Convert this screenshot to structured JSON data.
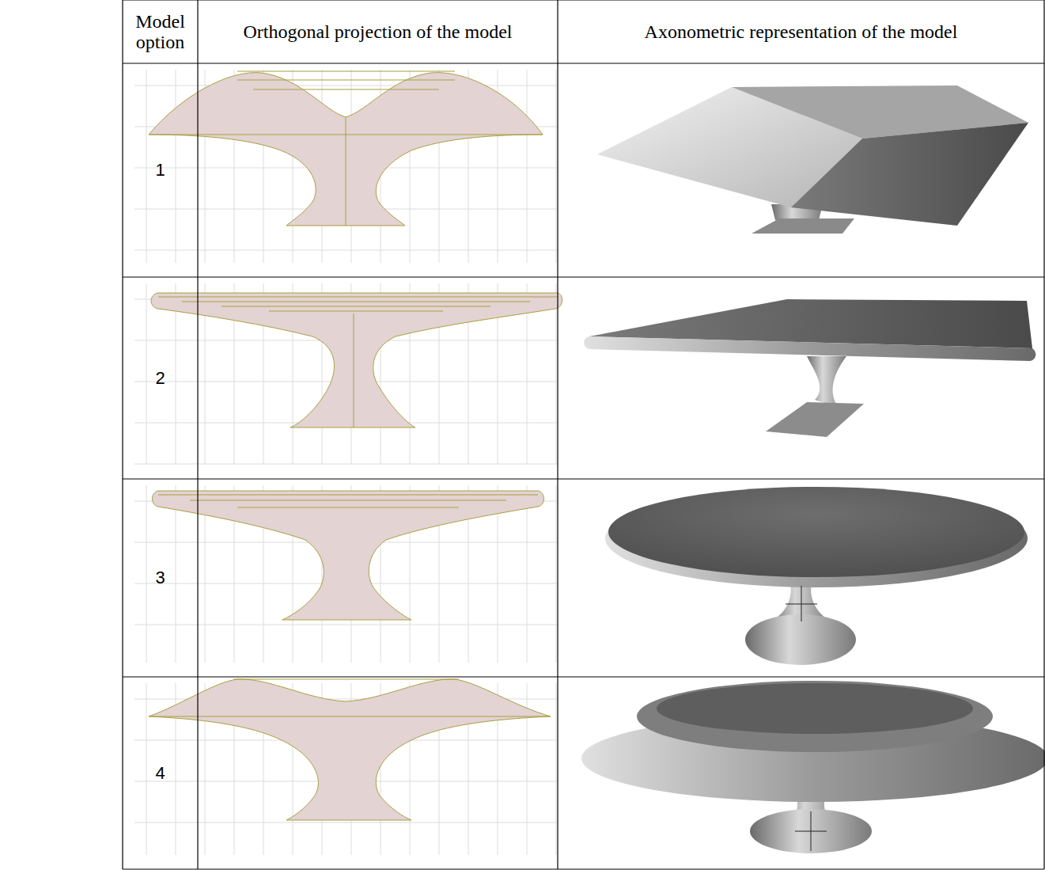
{
  "diagram": {
    "labels": [
      "Model option",
      "Orthogonal projection of the model",
      "Axonometric representation of the model",
      "1",
      "2",
      "3",
      "4"
    ]
  }
}
